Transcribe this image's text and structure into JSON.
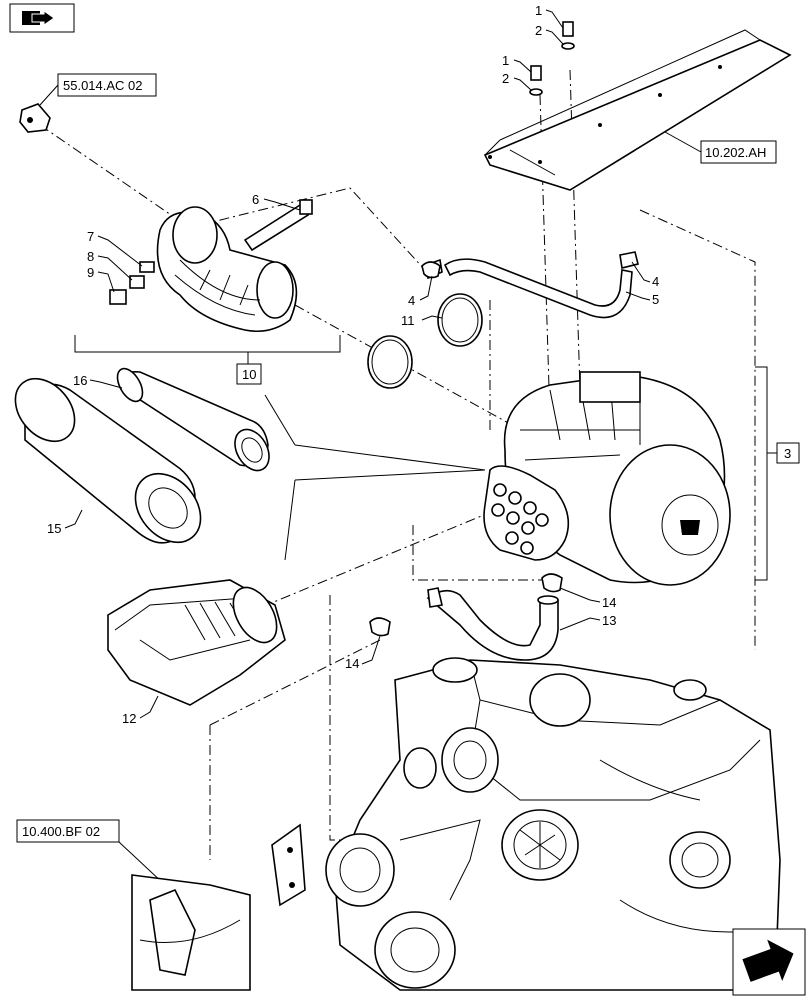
{
  "nav": {
    "top_left_icon": "book-with-arrow-icon",
    "bottom_right_icon": "next-page-arrow-icon"
  },
  "references": {
    "sensor_ref": "55.014.AC 02",
    "bracket_ref": "10.202.AH",
    "engine_ref": "10.400.BF 02",
    "group_10": "10",
    "group_3": "3"
  },
  "callouts": {
    "c1a": "1",
    "c2a": "2",
    "c1b": "1",
    "c2b": "2",
    "c4a": "4",
    "c4b": "4",
    "c5": "5",
    "c6": "6",
    "c7": "7",
    "c8": "8",
    "c9": "9",
    "c11": "11",
    "c12": "12",
    "c13": "13",
    "c14a": "14",
    "c14b": "14",
    "c15": "15",
    "c16": "16"
  }
}
